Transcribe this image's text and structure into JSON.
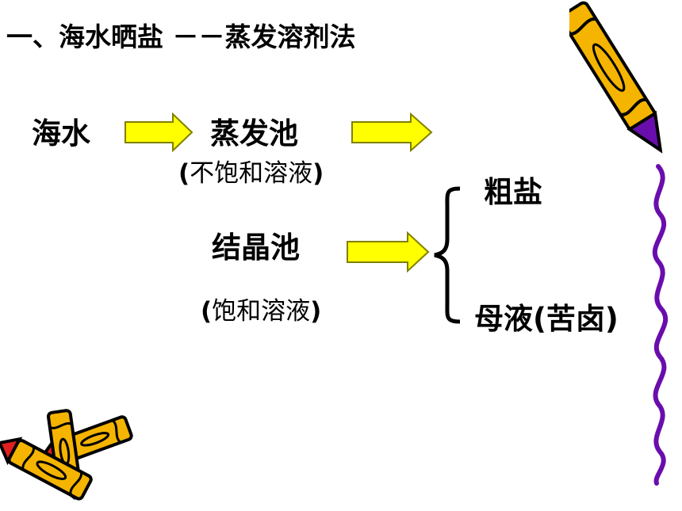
{
  "slide": {
    "title": "一、海水晒盐 －－蒸发溶剂法",
    "seawater": "海水",
    "evaporation_pond": "蒸发池",
    "evaporation_pond_state_open": "(",
    "evaporation_pond_state": "不饱和溶液",
    "evaporation_pond_state_close": ")",
    "crystallization_pond": "结晶池",
    "crystallization_pond_state_open": "(",
    "crystallization_pond_state": "饱和溶液",
    "crystallization_pond_state_close": ")",
    "product_crude_salt": "粗盐",
    "product_mother_liquor": "母液(苦卤)"
  },
  "colors": {
    "arrow_fill": "#ffff00",
    "arrow_stroke": "#808000",
    "crayon_body": "#f4b400",
    "crayon_tip": "#e02020",
    "wave_line": "#6a0dad"
  },
  "icons": [
    "crayon-icon",
    "crayon-icon",
    "crayon-icon",
    "purple-wave-line"
  ]
}
